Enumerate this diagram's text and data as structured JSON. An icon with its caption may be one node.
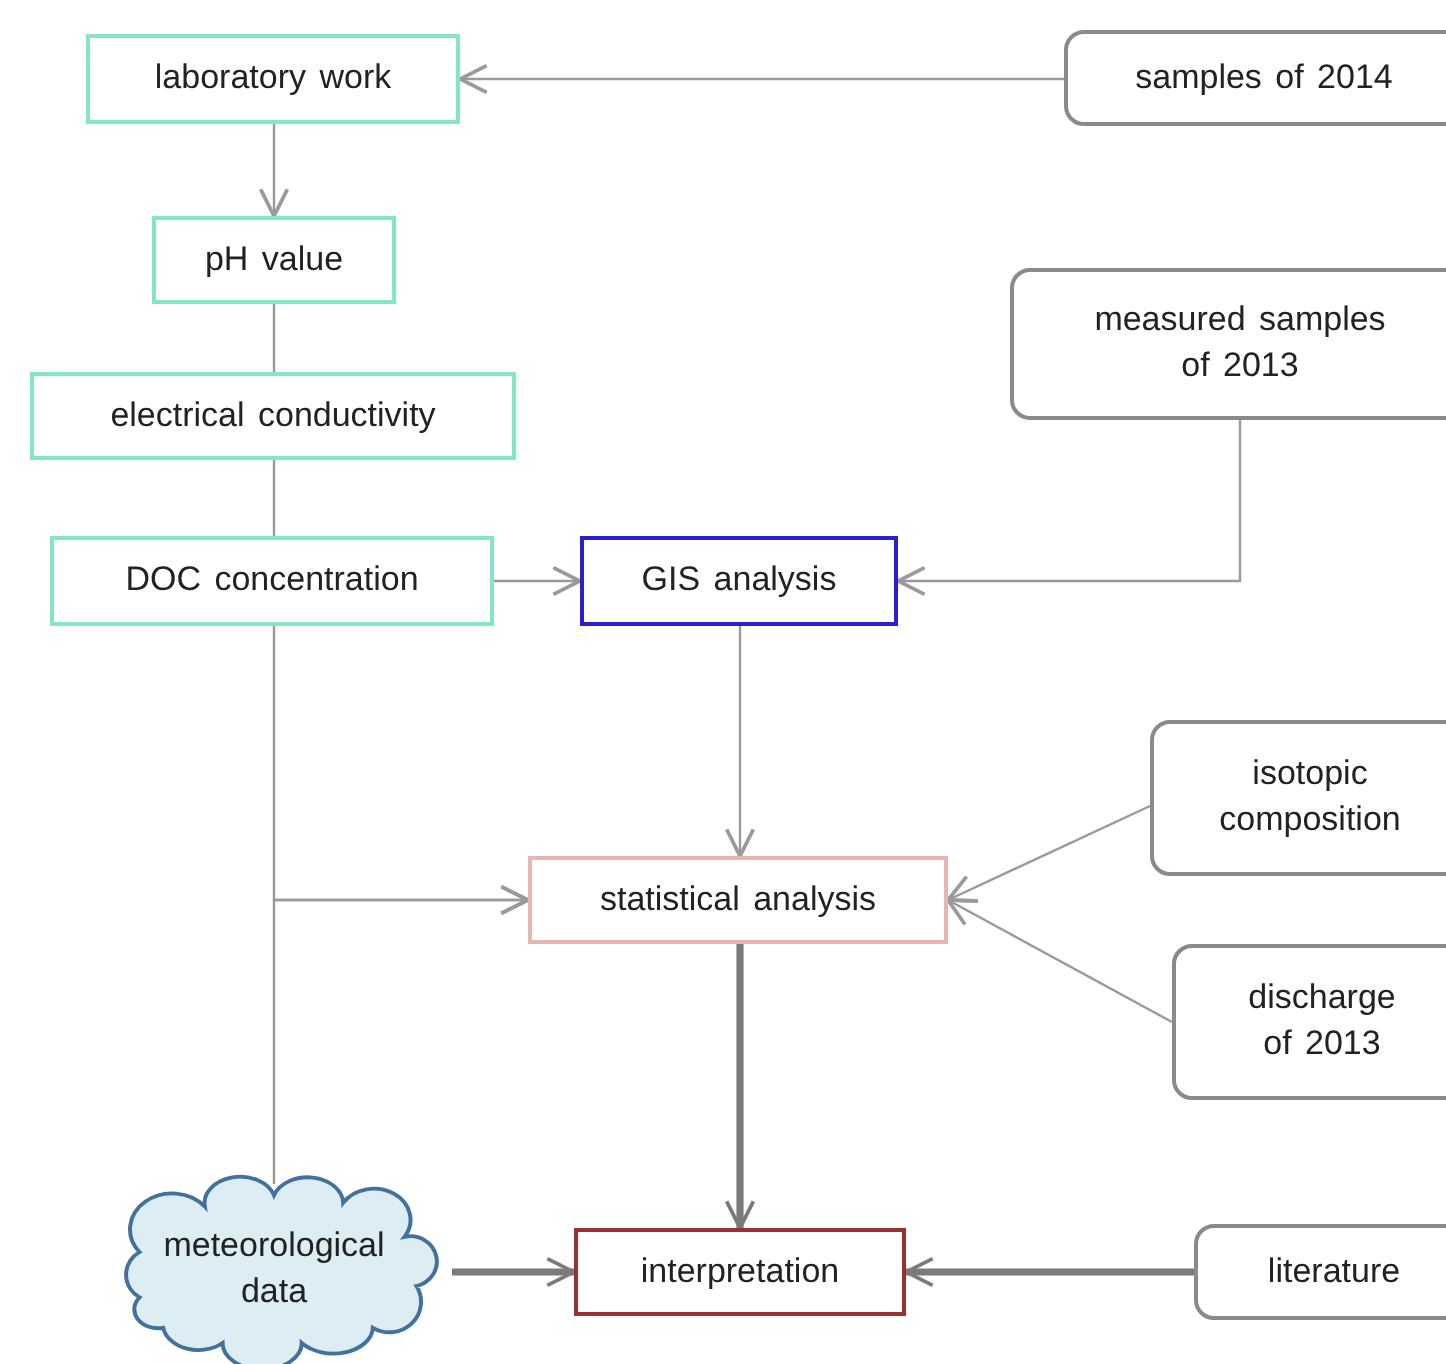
{
  "diagram": {
    "nodes": [
      {
        "text": [
          "laboratory work"
        ]
      },
      {
        "text": [
          "samples of 2014"
        ]
      },
      {
        "text": [
          "pH value"
        ]
      },
      {
        "text": [
          "electrical conductivity"
        ]
      },
      {
        "text": [
          "measured samples of 2013"
        ]
      },
      {
        "text": [
          "DOC concentration"
        ]
      },
      {
        "text": [
          "GIS analysis"
        ]
      },
      {
        "text": [
          "isotopic composition"
        ]
      },
      {
        "text": [
          "statistical analysis"
        ]
      },
      {
        "text": [
          "discharge of 2013"
        ]
      },
      {
        "text": [
          "meteorological data"
        ]
      },
      {
        "text": [
          "interpretation"
        ]
      },
      {
        "text": [
          "literature"
        ]
      }
    ],
    "edges": [
      {
        "from": 1,
        "to": 0,
        "arrow": "to"
      },
      {
        "from": 0,
        "to": 2,
        "arrow": "to"
      },
      {
        "from": 2,
        "to": 3,
        "arrow": "none"
      },
      {
        "from": 3,
        "to": 5,
        "arrow": "none"
      },
      {
        "from": 5,
        "to": 6,
        "arrow": "to"
      },
      {
        "from": 4,
        "to": 6,
        "arrow": "to"
      },
      {
        "from": 6,
        "to": 8,
        "arrow": "to"
      },
      {
        "from": 7,
        "to": 8,
        "arrow": "to"
      },
      {
        "from": 9,
        "to": 8,
        "arrow": "to"
      },
      {
        "from": 5,
        "to": 8,
        "arrow": "to"
      },
      {
        "from": 10,
        "to": 8,
        "arrow": "to"
      },
      {
        "from": 8,
        "to": 11,
        "arrow": "to",
        "style": "thick"
      },
      {
        "from": 10,
        "to": 11,
        "arrow": "to",
        "style": "thick"
      },
      {
        "from": 12,
        "to": 11,
        "arrow": "to",
        "style": "thick"
      }
    ]
  }
}
